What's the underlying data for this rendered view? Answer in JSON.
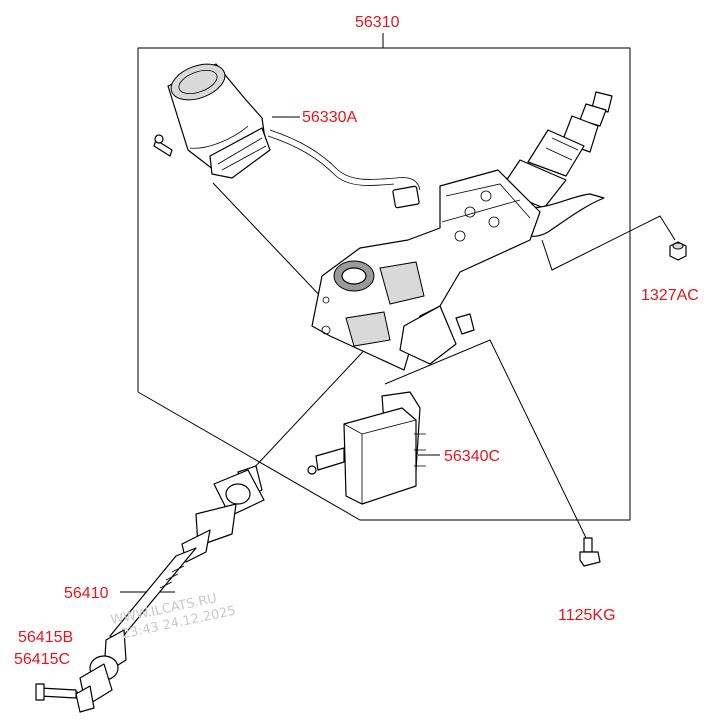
{
  "diagram": {
    "colors": {
      "part_number": "#e8141b",
      "line": "#000000",
      "watermark": "#c9c9c9",
      "background": "#ffffff"
    },
    "callouts": {
      "steering_column_assembly": "56310",
      "motor_assembly": "56330A",
      "nut": "1327AC",
      "control_unit": "56340C",
      "bolt": "1125KG",
      "intermediate_shaft": "56410",
      "joint_bolt_b": "56415B",
      "joint_bolt_c": "56415C"
    },
    "watermark": {
      "line1": "WWW.ILCATS.RU",
      "line2": "23:43 24.12.2025"
    }
  }
}
